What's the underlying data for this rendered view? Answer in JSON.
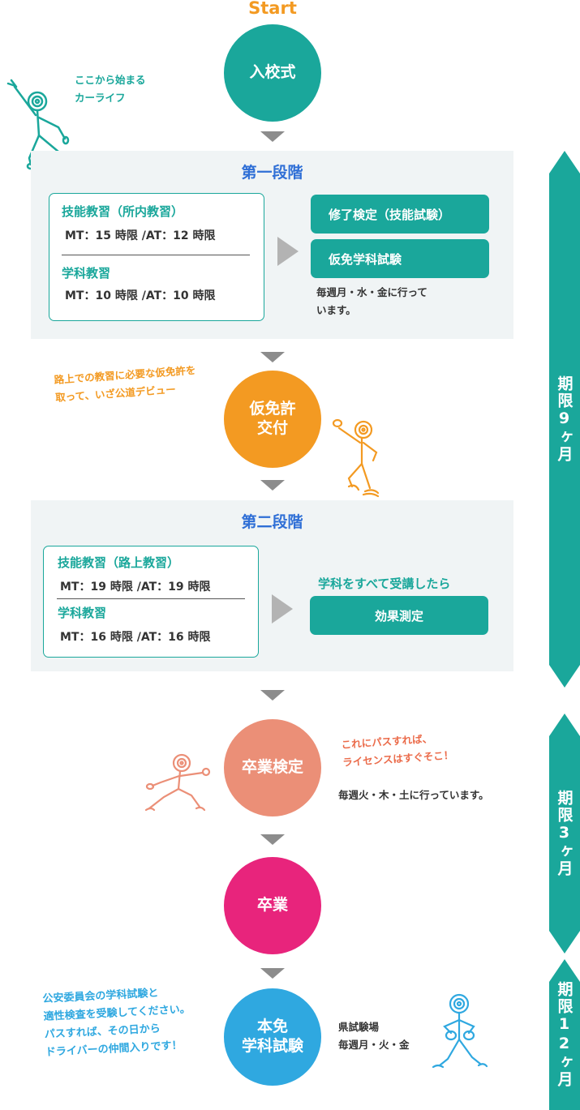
{
  "start_label": "Start",
  "steps": {
    "enrollment": "入校式",
    "provisional_license": "仮免許\n交付",
    "graduation_exam": "卒業検定",
    "graduation": "卒業",
    "final_exam": "本免\n学科試験"
  },
  "intro_note": "ここから始まる\nカーライフ",
  "stage1": {
    "title": "第一段階",
    "practical_heading": "技能教習（所内教習）",
    "practical_hours": "MT：15 時限 /AT：12 時限",
    "academic_heading": "学科教習",
    "academic_hours": "MT：10 時限 /AT：10 時限",
    "exam_button": "修了検定（技能試験）",
    "written_button": "仮免学科試験",
    "schedule_note": "毎週月・水・金に行って\nいます。"
  },
  "provisional_note": "路上での教習に必要な仮免許を\n取って、いざ公道デビュー",
  "stage2": {
    "title": "第二段階",
    "practical_heading": "技能教習（路上教習）",
    "practical_hours": "MT：19 時限 /AT：19 時限",
    "academic_heading": "学科教習",
    "academic_hours": "MT：16 時限 /AT：16 時限",
    "condition": "学科をすべて受講したら",
    "measure_button": "効果測定"
  },
  "graduation_exam_note": "これにパスすれば、\nライセンスはすぐそこ！",
  "graduation_exam_schedule": "毎週火・木・土に行っています。",
  "final_exam_note": "公安委員会の学科試験と\n適性検査を受験してください。\nパスすれば、その日から\nドライバーの仲間入りです！",
  "final_exam_venue": "県試験場\n毎週月・火・金",
  "deadlines": [
    "期限9ヶ月",
    "期限3ヶ月",
    "期限12ヶ月"
  ],
  "colors": {
    "teal": "#1aa79b",
    "orange": "#f39a22",
    "salmon": "#eb8f77",
    "magenta": "#e8247c",
    "sky": "#2fa8e0",
    "stage_title_blue": "#2f6fd6",
    "stage_bg": "#f0f4f5"
  }
}
